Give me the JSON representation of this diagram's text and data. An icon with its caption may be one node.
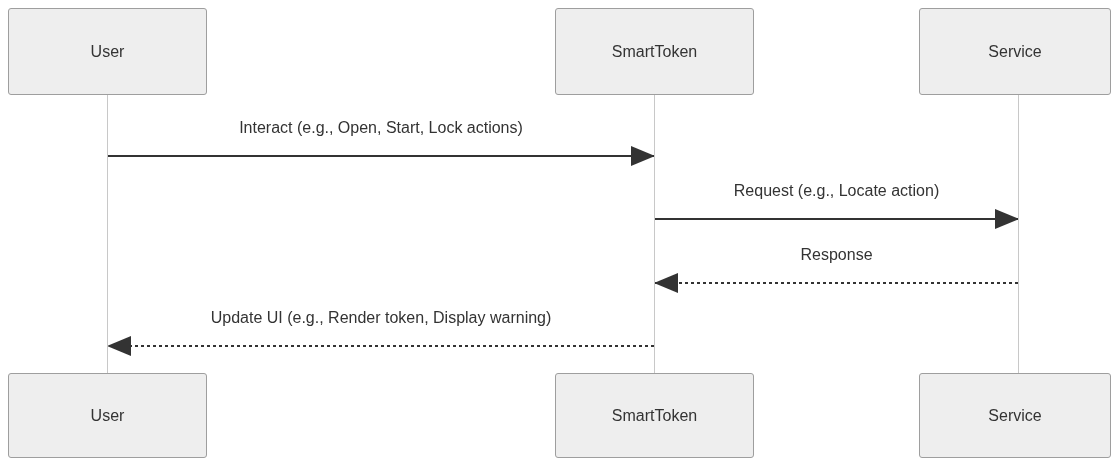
{
  "diagram": {
    "nodes": [
      {
        "text": [
          "User"
        ]
      },
      {
        "text": [
          "SmartToken"
        ]
      },
      {
        "text": [
          "Service"
        ]
      },
      {
        "text": [],
        "shape": "line"
      },
      {
        "text": [],
        "shape": "line"
      },
      {
        "text": [],
        "shape": "line"
      },
      {
        "text": [
          "User"
        ]
      },
      {
        "text": [
          "SmartToken"
        ]
      },
      {
        "text": [
          "Service"
        ]
      }
    ],
    "edges": [
      {
        "from": 3,
        "to": 4,
        "arrow": "to",
        "label": "Interact (e.g., Open, Start, Lock actions)"
      },
      {
        "from": 4,
        "to": 5,
        "arrow": "to",
        "label": "Request (e.g., Locate action)"
      },
      {
        "from": 5,
        "to": 4,
        "arrow": "to",
        "label": "Response",
        "style": "dashed"
      },
      {
        "from": 4,
        "to": 3,
        "arrow": "to",
        "label": "Update UI (e.g., Render token, Display warning)",
        "style": "dashed"
      }
    ]
  }
}
